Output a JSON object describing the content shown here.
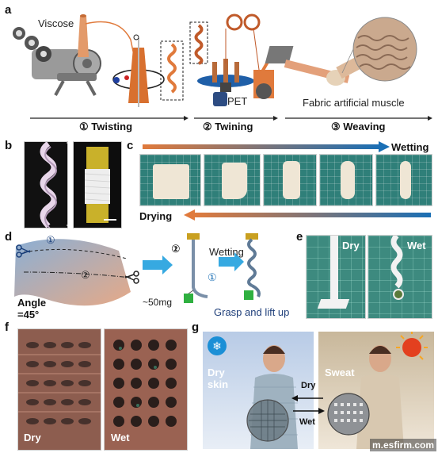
{
  "panels": {
    "a": "a",
    "b": "b",
    "c": "c",
    "d": "d",
    "e": "e",
    "f": "f",
    "g": "g"
  },
  "panel_a": {
    "viscose": "Viscose",
    "pet": "PET",
    "fabric_muscle": "Fabric artificial muscle",
    "step1": "① Twisting",
    "step2": "② Twining",
    "step3": "③ Weaving"
  },
  "panel_c": {
    "wetting": "Wetting",
    "drying": "Drying"
  },
  "panel_d": {
    "marker1": "①",
    "marker2": "②",
    "angle": "Angle",
    "angle_value": "=45°",
    "wetting": "Wetting",
    "weight": "~50mg",
    "grasp": "Grasp and lift up"
  },
  "panel_e": {
    "dry": "Dry",
    "wet": "Wet"
  },
  "panel_f": {
    "dry": "Dry",
    "wet": "Wet"
  },
  "panel_g": {
    "dry_skin": "Dry skin",
    "sweat": "Sweat",
    "dry_arrow": "Dry",
    "wet_arrow": "Wet"
  },
  "watermark": "m.esfirm.com",
  "colors": {
    "orange": "#e07a3c",
    "blue": "#1a6fb5",
    "cyan": "#36a9e1",
    "mat_green": "#2f7f79"
  }
}
